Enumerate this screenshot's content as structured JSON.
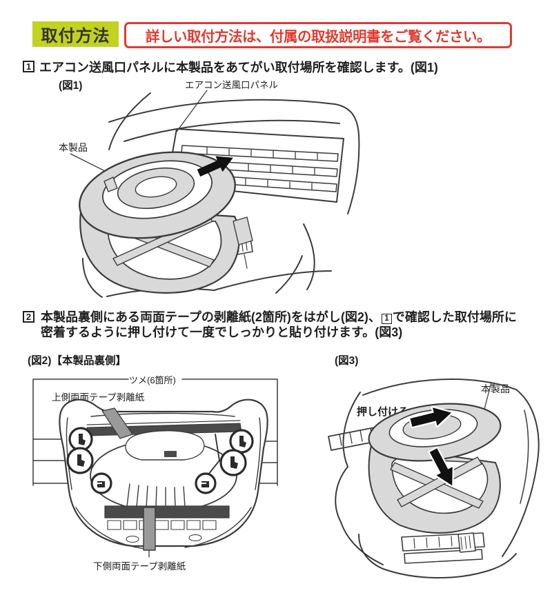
{
  "header": {
    "badge": {
      "label": "取付方法",
      "bg": "#c2d21f",
      "fg": "#333333"
    },
    "notice": {
      "text": "詳しい取付方法は、付属の取扱説明書をご覧ください。",
      "color": "#e13a2f"
    }
  },
  "steps": {
    "s1": {
      "num": "1",
      "text": "エアコン送風口パネルに本製品をあてがい取付場所を確認します。(図1)"
    },
    "s2": {
      "num": "2",
      "before_ref": "本製品裏側にある両面テープの剥離紙(2箇所)をはがし(図2)、",
      "ref": "1",
      "line1_rest": "で確認した取付場所に",
      "line2": "密着するように押し付けて一度でしっかりと貼り付けます。(図3)"
    }
  },
  "fig1": {
    "caption": "(図1)",
    "panel_label": "エアコン送風口パネル",
    "product_label": "本製品"
  },
  "fig2": {
    "caption": "(図2)【本製品裏側】",
    "tabs_label": "ツメ(6箇所)",
    "upper_label": "上側両面テープ剥離紙",
    "lower_label": "下側両面テープ剥離紙"
  },
  "fig3": {
    "caption": "(図3)",
    "product_label": "本製品",
    "press_label": "押し付ける"
  },
  "colors": {
    "line": "#3a3a3a",
    "product_fill": "#d9d9d9",
    "tape_dark": "#4a4a4a",
    "release_paper_gray": "#9a9a9a",
    "arrow_black": "#111111"
  }
}
